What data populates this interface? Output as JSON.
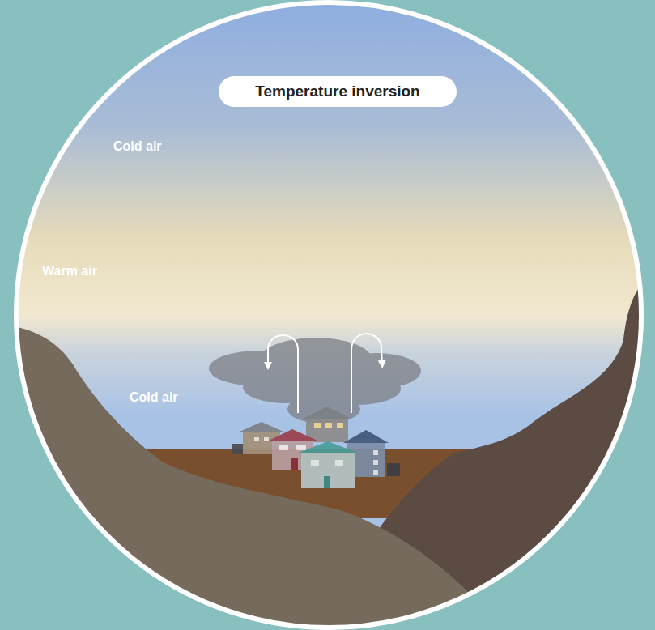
{
  "diagram": {
    "title": "Temperature inversion",
    "labels": [
      "Cold air",
      "Warm air",
      "Cold air"
    ]
  }
}
